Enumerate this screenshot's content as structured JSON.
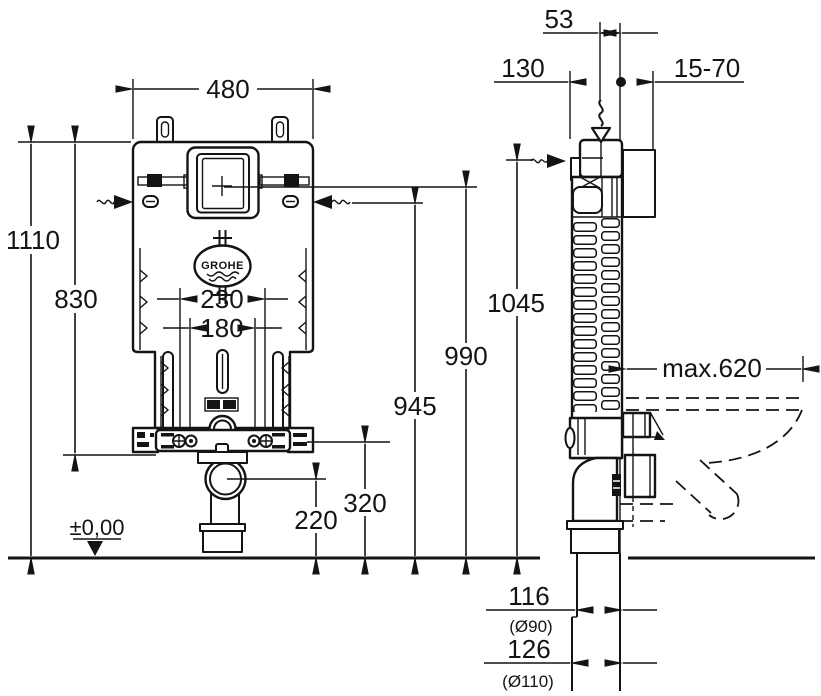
{
  "meta": {
    "brand": "GROHE",
    "drawing_type": "concealed-cistern installation dimension drawing",
    "views": [
      "front view",
      "side view"
    ],
    "units": "mm"
  },
  "colors": {
    "ink": "#141414",
    "background": "#ffffff"
  },
  "labels": {
    "front_width": "480",
    "front_total_height": "1110",
    "front_height_830": "830",
    "front_spacing_230": "230",
    "front_spacing_180": "180",
    "front_height_990": "990",
    "front_height_945": "945",
    "front_height_320": "320",
    "front_height_220": "220",
    "floor_level": "±0,00",
    "side_offset_53": "53",
    "side_depth_130": "130",
    "side_adjust_range": "15-70",
    "side_height_1045": "1045",
    "side_max_depth": "max.620",
    "side_offset_116": "116",
    "side_dia_90": "(Ø90)",
    "side_offset_126": "126",
    "side_dia_110": "(Ø110)",
    "logo_text": "GROHE"
  }
}
